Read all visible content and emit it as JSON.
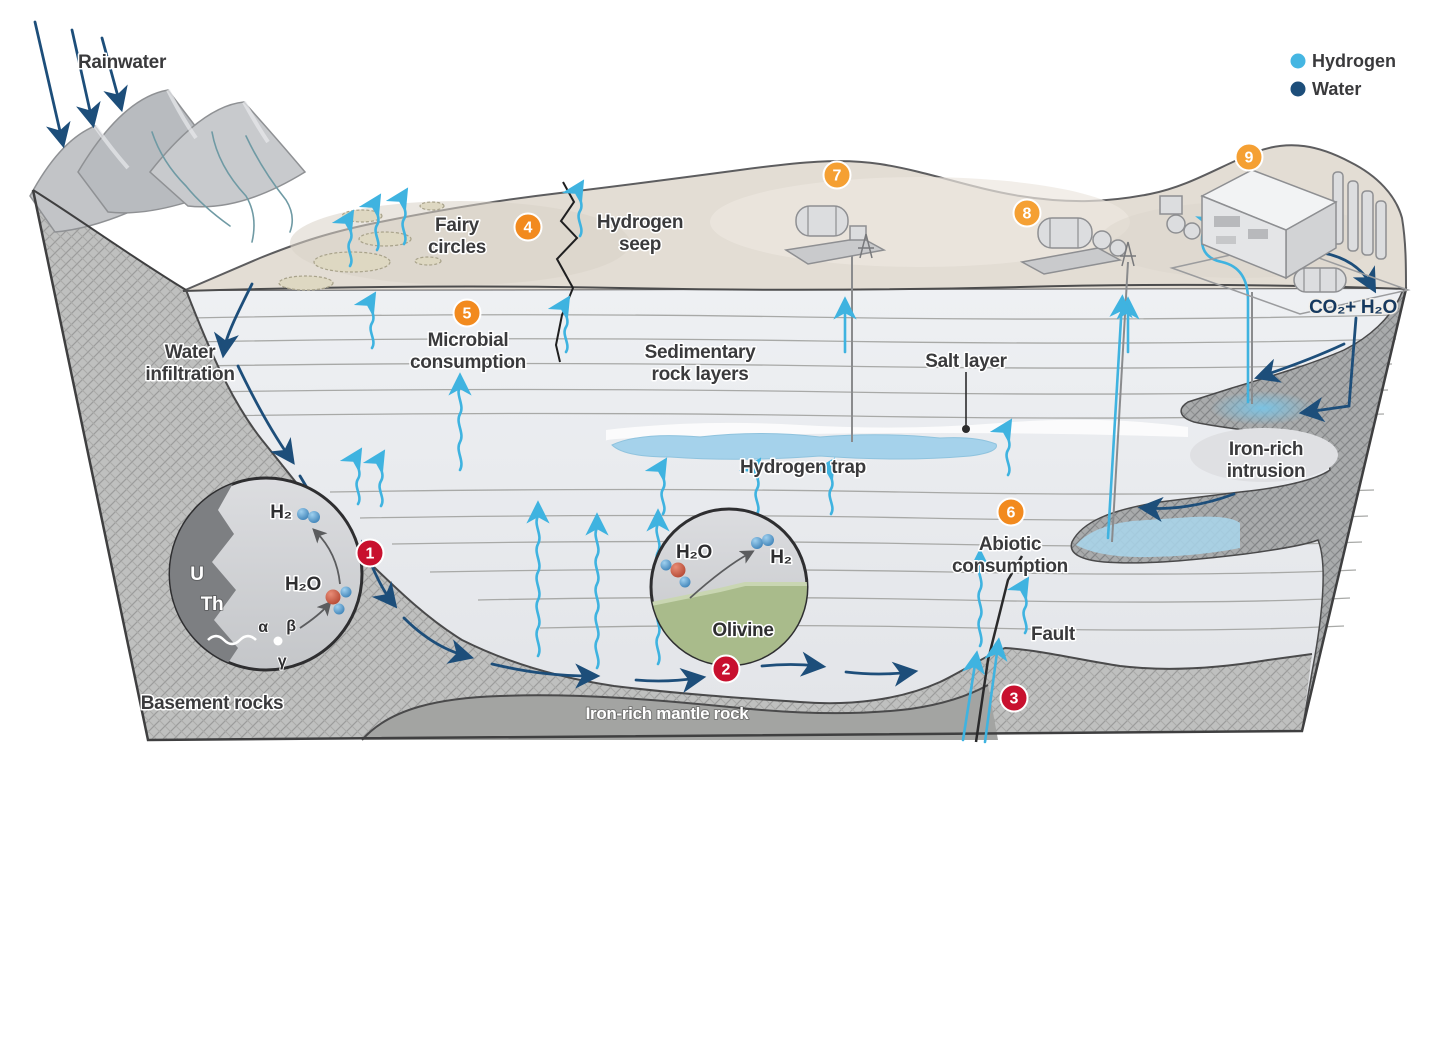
{
  "legend": {
    "items": [
      {
        "label": "Hydrogen",
        "color": "#45b6e2"
      },
      {
        "label": "Water",
        "color": "#1d4e7a"
      }
    ]
  },
  "annotations": {
    "rainwater": "Rainwater",
    "water_infiltration": [
      "Water",
      "infiltration"
    ],
    "fairy_circles": [
      "Fairy",
      "circles"
    ],
    "hydrogen_seep": [
      "Hydrogen",
      "seep"
    ],
    "microbial_consumption": [
      "Microbial",
      "consumption"
    ],
    "sedimentary_rock_layers": [
      "Sedimentary",
      "rock layers"
    ],
    "salt_layer": "Salt layer",
    "hydrogen_trap": "Hydrogen trap",
    "iron_rich_intrusion": [
      "Iron-rich",
      "intrusion"
    ],
    "abiotic_consumption": [
      "Abiotic",
      "consumption"
    ],
    "fault": "Fault",
    "basement_rocks": "Basement rocks",
    "iron_rich_mantle_rock": "Iron-rich mantle rock",
    "co2_h2o": "CO₂+ H₂O"
  },
  "insets": {
    "radiolysis": {
      "uranium": "U",
      "thorium": "Th",
      "h2": "H₂",
      "h2o": "H₂O",
      "alpha": "α",
      "beta": "β",
      "gamma": "γ"
    },
    "serpentinization": {
      "h2o": "H₂O",
      "h2": "H₂",
      "olivine": "Olivine"
    }
  },
  "badges": [
    {
      "n": "1",
      "color": "#c8102e"
    },
    {
      "n": "2",
      "color": "#c8102e"
    },
    {
      "n": "3",
      "color": "#c8102e"
    },
    {
      "n": "4",
      "color": "#f28a1e"
    },
    {
      "n": "5",
      "color": "#f28a1e"
    },
    {
      "n": "6",
      "color": "#f28a1e"
    },
    {
      "n": "7",
      "color": "#f5a033"
    },
    {
      "n": "8",
      "color": "#f5a033"
    },
    {
      "n": "9",
      "color": "#f5a033"
    }
  ],
  "colors": {
    "hydrogen": "#3fb3e0",
    "water": "#1d4e7a",
    "surface_tan": "#e3ddd4",
    "sediment_face": "#eaecef",
    "trap_blue": "#a5d2eb"
  }
}
